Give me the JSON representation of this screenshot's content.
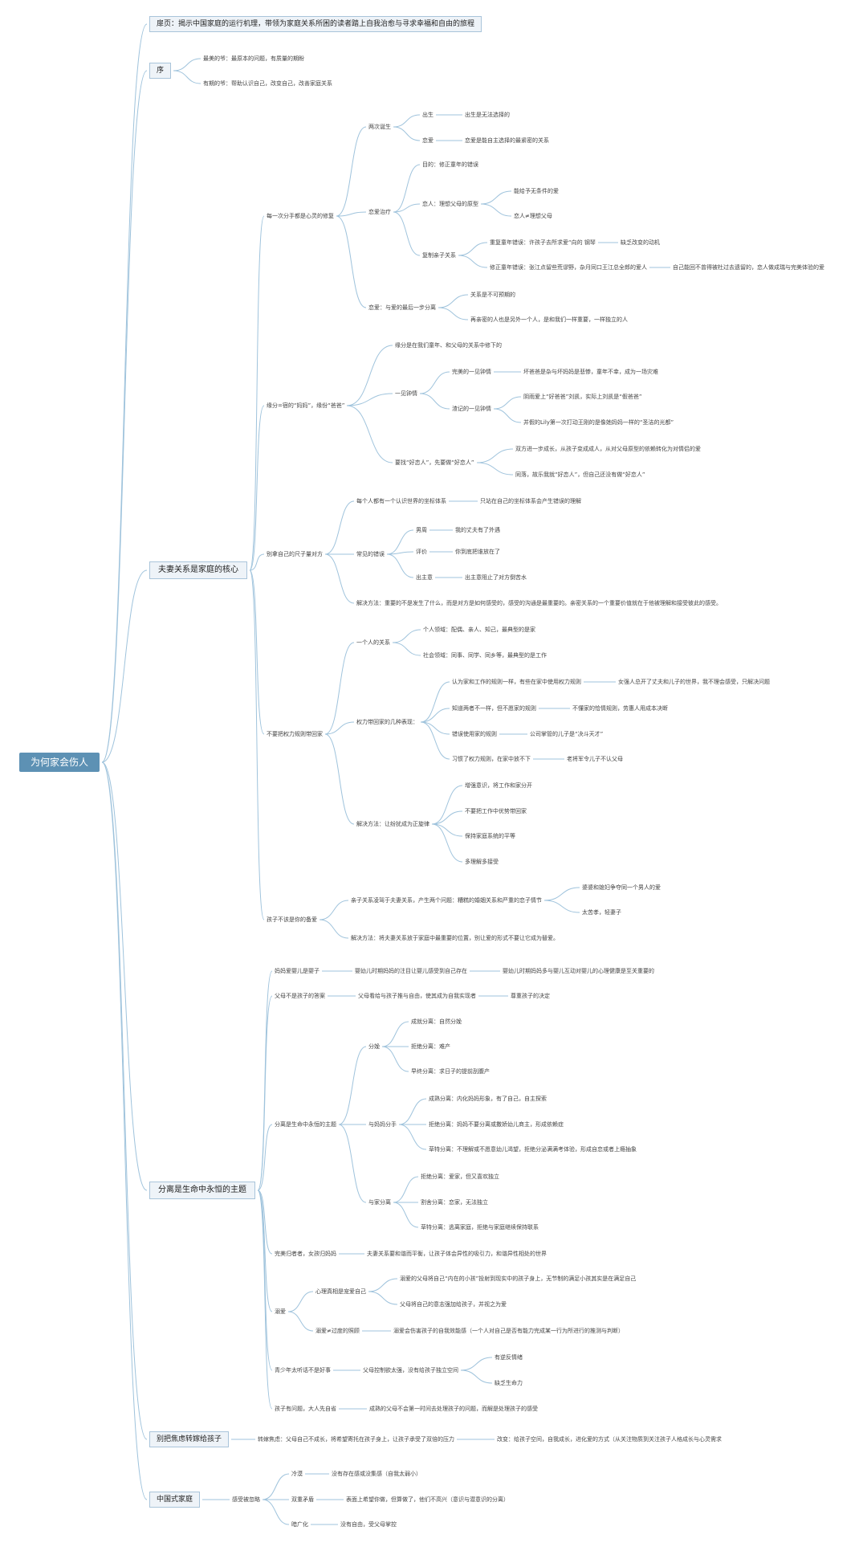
{
  "mindmap": {
    "root": "为何家会伤人",
    "nodes": [
      {
        "id": "intro",
        "text": "扉页：揭示中国家庭的运行机理，带领为家庭关系所困的读者踏上自我治愈与寻求幸福和自由的旅程"
      },
      {
        "id": "xu",
        "text": "序"
      },
      {
        "id": "xu1",
        "text": "最美的爷：最原本的问题，有质量的期盼"
      },
      {
        "id": "xu2",
        "text": "有期的爷：帮助认识自己，改变自己，改善家庭关系"
      },
      {
        "id": "fq",
        "text": "夫妻关系是家庭的核心"
      },
      {
        "id": "f1",
        "text": "每一次分手都是心灵的修复"
      },
      {
        "id": "f1a",
        "text": "两次诞生"
      },
      {
        "id": "f1a1",
        "text": "出生"
      },
      {
        "id": "f1a1a",
        "text": "出生是无法选择的"
      },
      {
        "id": "f1a2",
        "text": "恋爱"
      },
      {
        "id": "f1a2a",
        "text": "恋爱是能自主选择的最紧密的关系"
      },
      {
        "id": "f1b",
        "text": "恋爱治疗"
      },
      {
        "id": "f1b1",
        "text": "目的：修正童年的错误"
      },
      {
        "id": "f1b2",
        "text": "恋人：理想父母的原型"
      },
      {
        "id": "f1b2a",
        "text": "能给予无条件的爱"
      },
      {
        "id": "f1b2b",
        "text": "恋人≠理想父母"
      },
      {
        "id": "f1b3",
        "text": "复制亲子关系"
      },
      {
        "id": "f1b3a",
        "text": "重复童年错误：许孩子去所求爱“向的 钢琴"
      },
      {
        "id": "f1b3a1",
        "text": "缺乏改变的动机"
      },
      {
        "id": "f1b3b",
        "text": "修正童年错误：张江点留些荒谬野，杂月同口王江总全郎的爱人"
      },
      {
        "id": "f1b3b1",
        "text": "自己能回不曾得被杜过去遗留的，恋人做成瑞与完美体验的爱"
      },
      {
        "id": "f1c",
        "text": "恋爱：与爱的最后一步分离"
      },
      {
        "id": "f1c1",
        "text": "关系是不可预期的"
      },
      {
        "id": "f1c2",
        "text": "再亲密的人也是另外一个人，是和我们一样重要，一样独立的人"
      },
      {
        "id": "f2",
        "text": "缘分=宿的“妈妈”，缘份“爸爸”"
      },
      {
        "id": "f2a",
        "text": "缘分是在我们童年、和父母的关系中修下的"
      },
      {
        "id": "f2b",
        "text": "一见钟情"
      },
      {
        "id": "f2b1",
        "text": "完美的一见钟情"
      },
      {
        "id": "f2b1a",
        "text": "坏爸爸是杂与坏妈妈是悲惨，童年不幸，成为一场灾难"
      },
      {
        "id": "f2b2",
        "text": "渣记的一见钟情"
      },
      {
        "id": "f2b2a",
        "text": "阴雨爱上“好爸爸”刘凯，实际上刘凯是“假爸爸”"
      },
      {
        "id": "f2b2b",
        "text": "并假的Lily第一次打动王刚的是像她妈妈一样的“圣洁的光都”"
      },
      {
        "id": "f2c",
        "text": "要找“好恋人”，先要做“好恋人”"
      },
      {
        "id": "f2c1",
        "text": "双方进一步成长，从孩子变成成人，从对父母原型的依赖转化为对情侣的爱"
      },
      {
        "id": "f2c2",
        "text": "同落，故乐我就“好恋人”，但自己还没有做“好恋人”"
      },
      {
        "id": "f3",
        "text": "别拿自己的尺子量对方"
      },
      {
        "id": "f3a",
        "text": "每个人都有一个认识世界的坐标体系"
      },
      {
        "id": "f3a1",
        "text": "只站在自己的坐标体系会产生错误的理解"
      },
      {
        "id": "f3b",
        "text": "常见的错误"
      },
      {
        "id": "f3b1",
        "text": "男周"
      },
      {
        "id": "f3b1a",
        "text": "我的丈夫有了外遇"
      },
      {
        "id": "f3b2",
        "text": "评价"
      },
      {
        "id": "f3b2a",
        "text": "你到底把谁放在了"
      },
      {
        "id": "f3b3",
        "text": "出主意"
      },
      {
        "id": "f3b3a",
        "text": "出主意阻止了对方倒苦水"
      },
      {
        "id": "f3c",
        "text": "解决方法：重要的不是发生了什么，而是对方是如何感受的，感受的沟通是最重要的。亲密关系的一个重要价值就在于他被理解和接受彼此的感受。"
      },
      {
        "id": "f4",
        "text": "不要把权力规则带回家"
      },
      {
        "id": "f4a",
        "text": "一个人的关系"
      },
      {
        "id": "f4a1",
        "text": "个人领域：配偶、亲人、知己，最典型的是家"
      },
      {
        "id": "f4a2",
        "text": "社会领域：同事、同学、同乡等，最典型的是工作"
      },
      {
        "id": "f4b",
        "text": "权力带回家的几种表现："
      },
      {
        "id": "f4b1",
        "text": "认为家和工作的规则一样，有些在家中使用权力规则"
      },
      {
        "id": "f4b1a",
        "text": "女强人总开了丈夫和儿子的世界，我不理会感受，只解决问题"
      },
      {
        "id": "f4b2",
        "text": "知道两者不一样，但不愿家的规则"
      },
      {
        "id": "f4b2a",
        "text": "不懂家的恰情规则，劳惠人用成本决断"
      },
      {
        "id": "f4b3",
        "text": "错误使用家的规则"
      },
      {
        "id": "f4b3a",
        "text": "公司掌管的儿子是“决斗天才”"
      },
      {
        "id": "f4b4",
        "text": "习惯了权力规则，在家中放不下"
      },
      {
        "id": "f4b4a",
        "text": "老将军令儿子不认父母"
      },
      {
        "id": "f4c",
        "text": "解决方法：让纷扰成为正旋律"
      },
      {
        "id": "f4c1",
        "text": "增强意识，将工作和家分开"
      },
      {
        "id": "f4c2",
        "text": "不要把工作中优势带回家"
      },
      {
        "id": "f4c3",
        "text": "保持家庭系统的平等"
      },
      {
        "id": "f4c4",
        "text": "多理解多接受"
      },
      {
        "id": "f5",
        "text": "孩子不该是你的备爱"
      },
      {
        "id": "f5a",
        "text": "亲子关系凌驾于夫妻关系，产生两个问题：糟糕的婚姻关系和严重的恋子情节"
      },
      {
        "id": "f5a1",
        "text": "婆婆和媳妇争夺同一个男人的爱"
      },
      {
        "id": "f5a2",
        "text": "太苦孝，轻妻子"
      },
      {
        "id": "f5b",
        "text": "解决方法：将夫妻关系放于家庭中最重要的位置，别让爱的形式不要让它成为替爱。"
      },
      {
        "id": "fl",
        "text": "分离是生命中永恒的主题"
      },
      {
        "id": "s1",
        "text": "妈妈爱婴儿是婴子"
      },
      {
        "id": "s1a",
        "text": "婴幼儿时期妈妈的注目让婴儿感受到自己存在"
      },
      {
        "id": "s1a1",
        "text": "婴幼儿时期妈妈多与婴儿互动对婴儿的心理健康是至关重要的"
      },
      {
        "id": "s2",
        "text": "父母不是孩子的答案"
      },
      {
        "id": "s2a",
        "text": "父母看给与孩子推与自由，使其成为自我实现者"
      },
      {
        "id": "s2a1",
        "text": "尊重孩子的决定"
      },
      {
        "id": "s3",
        "text": "分离是生命中永恒的主题"
      },
      {
        "id": "s3a",
        "text": "分娩"
      },
      {
        "id": "s3a1",
        "text": "成就分离：自然分娩"
      },
      {
        "id": "s3a2",
        "text": "拒绝分离：难产"
      },
      {
        "id": "s3a3",
        "text": "早终分离：求日子的提前刮腹产"
      },
      {
        "id": "s3b",
        "text": "与妈妈分手"
      },
      {
        "id": "s3b1",
        "text": "成熟分离：内化妈妈形象，有了自己，自主探索"
      },
      {
        "id": "s3b2",
        "text": "拒绝分离：妈妈不要分离或撒娇幼儿商主，形成依赖症"
      },
      {
        "id": "s3b3",
        "text": "草特分离：不理解或不愿意幼儿渴望，拒绝分泌满满考体验，形成自恋或者上瘾抽象"
      },
      {
        "id": "s3c",
        "text": "与家分离"
      },
      {
        "id": "s3c1",
        "text": "拒绝分离：爱家，但又喜欢独立"
      },
      {
        "id": "s3c2",
        "text": "割舍分离：恋家，无法独立"
      },
      {
        "id": "s3c3",
        "text": "草特分离：逃离家庭，拒绝与家庭继续保持联系"
      },
      {
        "id": "s4",
        "text": "完美归者者，女孩归妈妈"
      },
      {
        "id": "s4a",
        "text": "夫妻关系要和谐而平衡，让孩子体会异性的吸引力，和谐异性相处的世界"
      },
      {
        "id": "s5",
        "text": "溺爱"
      },
      {
        "id": "s5a",
        "text": "心理真相是宠爱自己"
      },
      {
        "id": "s5a1",
        "text": "溺爱的父母将自己“内在的小孩”投射到现实中的孩子身上，无节制的满足小孩其实是在满足自己"
      },
      {
        "id": "s5a2",
        "text": "父母将自己的意志强加给孩子，并视之为爱"
      },
      {
        "id": "s5b",
        "text": "溺爱≠过度的照顾"
      },
      {
        "id": "s5b1",
        "text": "溺爱会伤害孩子的自我效能感（一个人对自己是否有能力完成某一行为所进行的推测与判断）"
      },
      {
        "id": "s6",
        "text": "青少年太听话不是好事"
      },
      {
        "id": "s6a",
        "text": "父母控制欲太强，没有给孩子独立空间"
      },
      {
        "id": "s6a1",
        "text": "有逆反情绪"
      },
      {
        "id": "s6a2",
        "text": "缺乏生命力"
      },
      {
        "id": "s7",
        "text": "孩子有问题，大人先自省"
      },
      {
        "id": "s7a",
        "text": "成熟的父母不会第一时间去处理孩子的问题，而解是处理孩子的感受"
      },
      {
        "id": "zy",
        "text": "别把焦虑转嫁给孩子"
      },
      {
        "id": "zy1",
        "text": "转嫁焦虑：父母自己不成长，将希望寄托在孩子身上，让孩子承受了双倍的压力"
      },
      {
        "id": "zy1a",
        "text": "改变：给孩子空间，自我成长，进化爱的方式（从关注物质到关注孩子人格成长与心灵需求"
      },
      {
        "id": "zs",
        "text": "中国式家庭"
      },
      {
        "id": "zsa",
        "text": "感受被忽略"
      },
      {
        "id": "zsa1",
        "text": "冷漠"
      },
      {
        "id": "zsa1a",
        "text": "没有存在感或没集感（自我太弱小）"
      },
      {
        "id": "zsa2",
        "text": "双重矛盾"
      },
      {
        "id": "zsa2a",
        "text": "表面上希望你做，但算做了，他们不高兴（意识与潜意识的分离）"
      },
      {
        "id": "zsa3",
        "text": "暗广化"
      },
      {
        "id": "zsa3a",
        "text": "没有自由，受父母掌控"
      }
    ]
  }
}
